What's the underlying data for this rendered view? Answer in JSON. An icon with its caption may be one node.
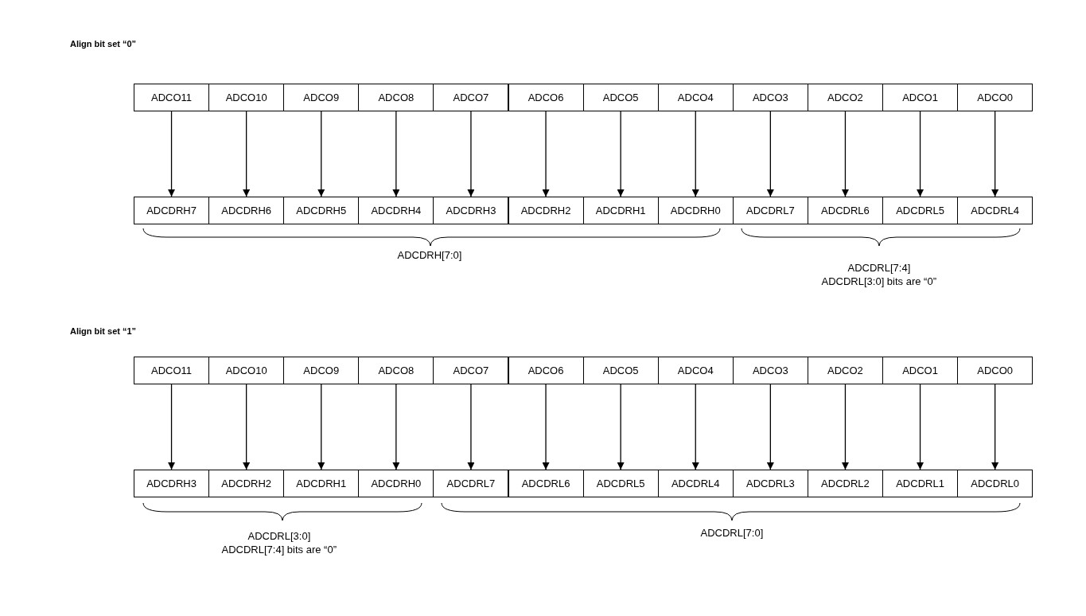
{
  "diagram": {
    "nodes": [
      {
        "text": [
          "ADCO11"
        ]
      },
      {
        "text": [
          "ADCO10"
        ]
      },
      {
        "text": [
          "ADCO9"
        ]
      },
      {
        "text": [
          "ADCO8"
        ]
      },
      {
        "text": [
          "ADCO7"
        ]
      },
      {
        "text": [
          "ADCO6"
        ]
      },
      {
        "text": [
          "ADCO5"
        ]
      },
      {
        "text": [
          "ADCO4"
        ]
      },
      {
        "text": [
          "ADCO3"
        ]
      },
      {
        "text": [
          "ADCO2"
        ]
      },
      {
        "text": [
          "ADCO1"
        ]
      },
      {
        "text": [
          "ADCO0"
        ]
      },
      {
        "text": [
          "ADCDRH7"
        ]
      },
      {
        "text": [
          "ADCDRH6"
        ]
      },
      {
        "text": [
          "ADCDRH5"
        ]
      },
      {
        "text": [
          "ADCDRH4"
        ]
      },
      {
        "text": [
          "ADCDRH3"
        ]
      },
      {
        "text": [
          "ADCDRH2"
        ]
      },
      {
        "text": [
          "ADCDRH1"
        ]
      },
      {
        "text": [
          "ADCDRH0"
        ]
      },
      {
        "text": [
          "ADCDRL7"
        ]
      },
      {
        "text": [
          "ADCDRL6"
        ]
      },
      {
        "text": [
          "ADCDRL5"
        ]
      },
      {
        "text": [
          "ADCDRL4"
        ]
      },
      {
        "text": [
          "ADCO11"
        ]
      },
      {
        "text": [
          "ADCO10"
        ]
      },
      {
        "text": [
          "ADCO9"
        ]
      },
      {
        "text": [
          "ADCO8"
        ]
      },
      {
        "text": [
          "ADCO7"
        ]
      },
      {
        "text": [
          "ADCO6"
        ]
      },
      {
        "text": [
          "ADCO5"
        ]
      },
      {
        "text": [
          "ADCO4"
        ]
      },
      {
        "text": [
          "ADCO3"
        ]
      },
      {
        "text": [
          "ADCO2"
        ]
      },
      {
        "text": [
          "ADCO1"
        ]
      },
      {
        "text": [
          "ADCO0"
        ]
      },
      {
        "text": [
          "ADCDRH3"
        ]
      },
      {
        "text": [
          "ADCDRH2"
        ]
      },
      {
        "text": [
          "ADCDRH1"
        ]
      },
      {
        "text": [
          "ADCDRH0"
        ]
      },
      {
        "text": [
          "ADCDRL7"
        ]
      },
      {
        "text": [
          "ADCDRL6"
        ]
      },
      {
        "text": [
          "ADCDRL5"
        ]
      },
      {
        "text": [
          "ADCDRL4"
        ]
      },
      {
        "text": [
          "ADCDRL3"
        ]
      },
      {
        "text": [
          "ADCDRL2"
        ]
      },
      {
        "text": [
          "ADCDRL1"
        ]
      },
      {
        "text": [
          "ADCDRL0"
        ]
      }
    ],
    "edges": [
      {
        "from": 0,
        "to": 12,
        "arrow": "to"
      },
      {
        "from": 1,
        "to": 13,
        "arrow": "to"
      },
      {
        "from": 2,
        "to": 14,
        "arrow": "to"
      },
      {
        "from": 3,
        "to": 15,
        "arrow": "to"
      },
      {
        "from": 4,
        "to": 16,
        "arrow": "to"
      },
      {
        "from": 5,
        "to": 17,
        "arrow": "to"
      },
      {
        "from": 6,
        "to": 18,
        "arrow": "to"
      },
      {
        "from": 7,
        "to": 19,
        "arrow": "to"
      },
      {
        "from": 8,
        "to": 20,
        "arrow": "to"
      },
      {
        "from": 9,
        "to": 21,
        "arrow": "to"
      },
      {
        "from": 10,
        "to": 22,
        "arrow": "to"
      },
      {
        "from": 11,
        "to": 23,
        "arrow": "to"
      },
      {
        "from": 24,
        "to": 36,
        "arrow": "to"
      },
      {
        "from": 25,
        "to": 37,
        "arrow": "to"
      },
      {
        "from": 26,
        "to": 38,
        "arrow": "to"
      },
      {
        "from": 27,
        "to": 39,
        "arrow": "to"
      },
      {
        "from": 28,
        "to": 40,
        "arrow": "to"
      },
      {
        "from": 29,
        "to": 41,
        "arrow": "to"
      },
      {
        "from": 30,
        "to": 42,
        "arrow": "to"
      },
      {
        "from": 31,
        "to": 43,
        "arrow": "to"
      },
      {
        "from": 32,
        "to": 44,
        "arrow": "to"
      },
      {
        "from": 33,
        "to": 45,
        "arrow": "to"
      },
      {
        "from": 34,
        "to": 46,
        "arrow": "to"
      },
      {
        "from": 35,
        "to": 47,
        "arrow": "to"
      }
    ],
    "labels": [
      "Align bit set “0”",
      "ADCDRH[7:0]",
      "ADCDRL[7:4]",
      "ADCDRL[3:0] bits are “0”",
      "Align bit set “1”",
      "ADCDRL[3:0]",
      "ADCDRL[7:4] bits are “0”",
      "ADCDRL[7:0]"
    ]
  }
}
